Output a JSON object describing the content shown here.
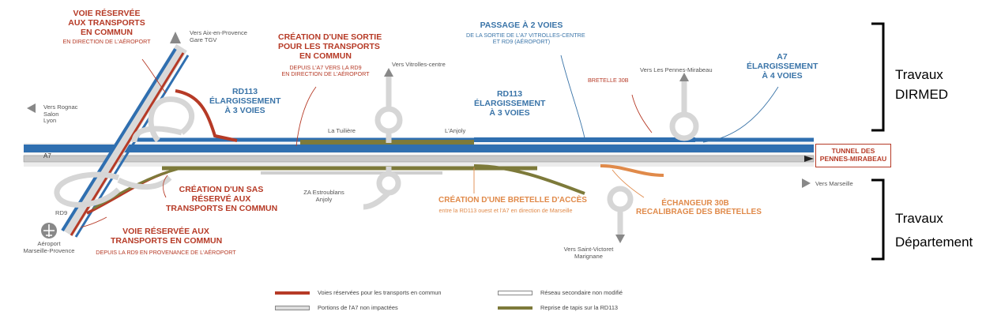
{
  "colors": {
    "blue": "#2f6fb0",
    "red": "#b63a26",
    "olive": "#7d7a3a",
    "orange": "#e08a4a",
    "road": "#d9d9d9"
  },
  "labels": {
    "voie_reservee_top": [
      "VOIE RÉSERVÉE",
      "AUX TRANSPORTS",
      "EN COMMUN"
    ],
    "voie_reservee_top_sub": "EN DIRECTION DE L'AÉROPORT",
    "aix": [
      "Vers Aix-en-Provence",
      "Gare TGV"
    ],
    "creation_sortie": [
      "CRÉATION D'UNE SORTIE",
      "POUR LES TRANSPORTS",
      "EN COMMUN"
    ],
    "creation_sortie_sub": [
      "DEPUIS L'A7 VERS LA RD9",
      "EN DIRECTION DE L'AÉROPORT"
    ],
    "vitrolles": "Vers Vitrolles-centre",
    "passage": "PASSAGE À 2 VOIES",
    "passage_sub": [
      "DE LA SORTIE DE L'A7 VITROLLES-CENTRE",
      "ET RD9 (AÉROPORT)"
    ],
    "pennes": "Vers Les Pennes-Mirabeau",
    "a7_top": [
      "A7",
      "ÉLARGISSEMENT",
      "À 4 VOIES"
    ],
    "rd113_left": [
      "RD113",
      "ÉLARGISSEMENT",
      "À 3 VOIES"
    ],
    "rd113_mid": [
      "RD113",
      "ÉLARGISSEMENT",
      "À 3 VOIES"
    ],
    "bretelle_30b": "BRETELLE 30B",
    "rognac": [
      "Vers Rognac",
      "Salon",
      "Lyon"
    ],
    "tuiliere": "La Tuilière",
    "anjoly": "L'Anjoly",
    "a7": "A7",
    "tunnel": [
      "TUNNEL DES",
      "PENNES-MIRABEAU"
    ],
    "rd9": "RD9",
    "creation_sas": [
      "CRÉATION D'UN SAS",
      "RÉSERVÉ AUX",
      "TRANSPORTS EN COMMUN"
    ],
    "za": [
      "ZA Estroublans",
      "Anjoly"
    ],
    "bretelle_acces": "CRÉATION D'UNE BRETELLE D'ACCÈS",
    "bretelle_acces_sub": "entre la RD113 ouest et l'A7 en direction de Marseille",
    "echangeur": [
      "ÉCHANGEUR 30B",
      "RECALIBRAGE DES BRETELLES"
    ],
    "marseille": "Vers Marseille",
    "aeroport": [
      "Aéroport",
      "Marseille-Provence"
    ],
    "voie_reservee_bottom": [
      "VOIE RÉSERVÉE AUX",
      "TRANSPORTS EN COMMUN"
    ],
    "voie_reservee_bottom_sub": "DEPUIS LA RD9 EN PROVENANCE DE L'AÉROPORT",
    "saint_victoret": [
      "Vers Saint-Victoret",
      "Marignane"
    ]
  },
  "side": {
    "dirmed": [
      "Travaux",
      "DIRMED"
    ],
    "departement": [
      "Travaux",
      "Département"
    ]
  },
  "legend": [
    {
      "label": "Voies réservées pour les transports en commun",
      "kind": "red"
    },
    {
      "label": "Réseau secondaire non modifié",
      "kind": "outline"
    },
    {
      "label": "Portions de l'A7 non impactées",
      "kind": "gray"
    },
    {
      "label": "Reprise de tapis sur la RD113",
      "kind": "olive"
    }
  ]
}
